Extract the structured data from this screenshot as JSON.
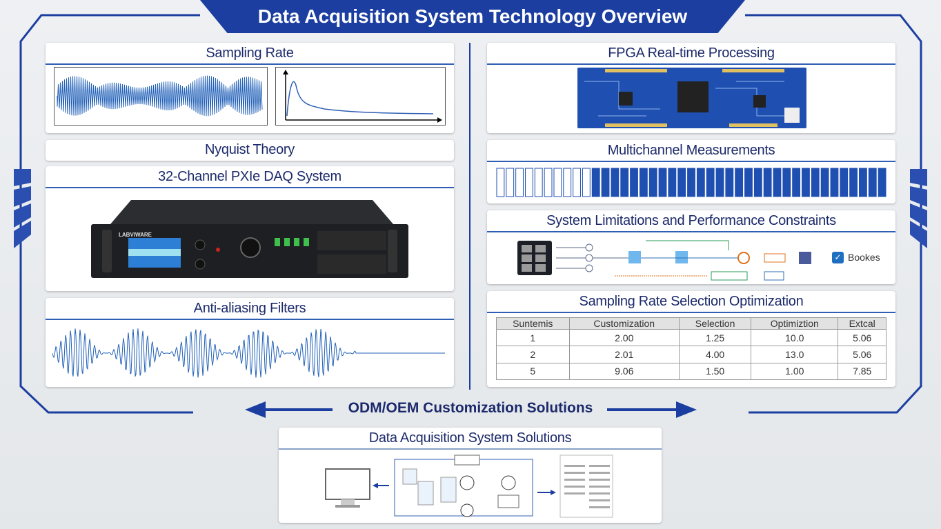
{
  "title": "Data Acquisition System Technology Overview",
  "panels": {
    "sampling_rate": "Sampling Rate",
    "nyquist": "Nyquist Theory",
    "daq_system": "32-Channel PXIe DAQ System",
    "daq_brand": "LABVIWARE",
    "anti_aliasing": "Anti-aliasing Filters",
    "fpga": "FPGA Real-time Processing",
    "multichannel": "Multichannel Measurements",
    "limitations": "System Limitations and Performance Constraints",
    "limitations_checkbox": "Bookes",
    "selection": "Sampling Rate Selection Optimization",
    "solutions": "Data Acquisition System Solutions"
  },
  "multichannel": {
    "empty_channels": 10,
    "filled_channels": 31
  },
  "table": {
    "headers": [
      "Suntemis",
      "Customization",
      "Selection",
      "Optimiztion",
      "Extcal"
    ],
    "rows": [
      [
        "1",
        "2.00",
        "1.25",
        "10.0",
        "5.06"
      ],
      [
        "2",
        "2.01",
        "4.00",
        "13.0",
        "5.06"
      ],
      [
        "5",
        "9.06",
        "1.50",
        "1.00",
        "7.85"
      ]
    ]
  },
  "footer_banner": "ODM/OEM Customization Solutions",
  "colors": {
    "primary": "#1b3ea0",
    "accent": "#2f5fb3",
    "pcb": "#1f4fb0"
  }
}
